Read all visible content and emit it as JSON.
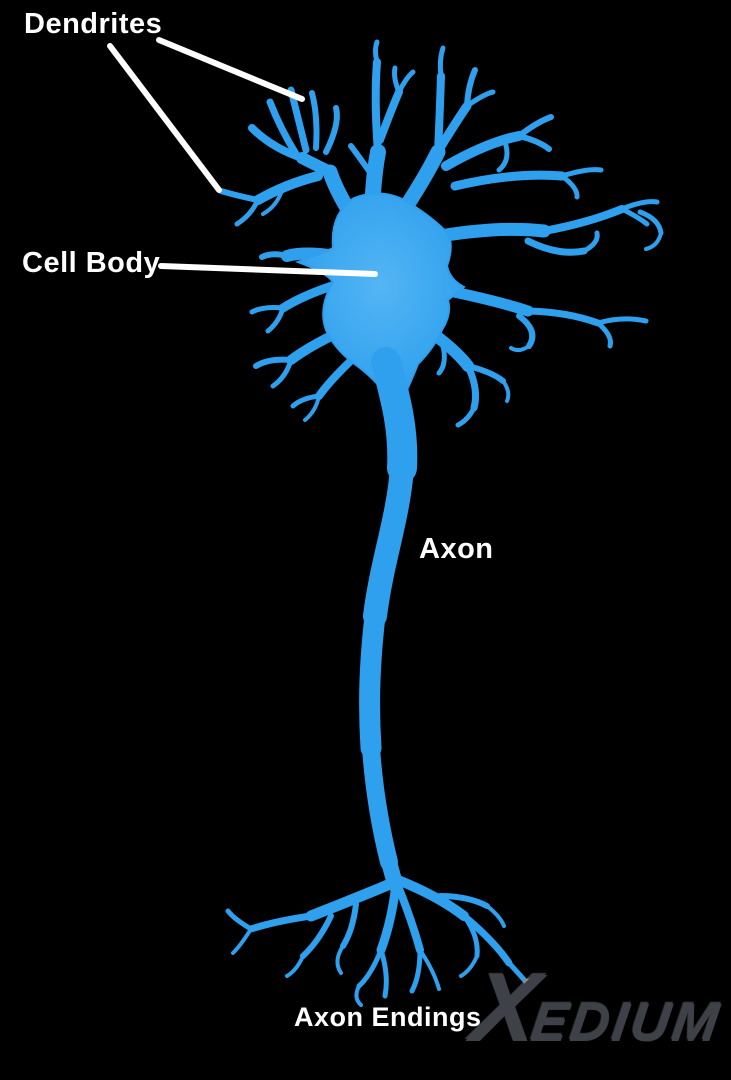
{
  "labels": {
    "dendrites": "Dendrites",
    "cell_body": "Cell Body",
    "axon": "Axon",
    "axon_endings": "Axon Endings"
  },
  "watermark": {
    "text": "Xedium",
    "initial": "X",
    "rest": "edium"
  },
  "colors": {
    "background": "#000000",
    "neuron": "#2FA0EE",
    "neuron_highlight": "#54B5F4",
    "label_text": "#FFFFFF",
    "pointer_line": "#FFFFFF",
    "watermark": "#3E4147",
    "axon_tip_dot": "#C08A35"
  }
}
